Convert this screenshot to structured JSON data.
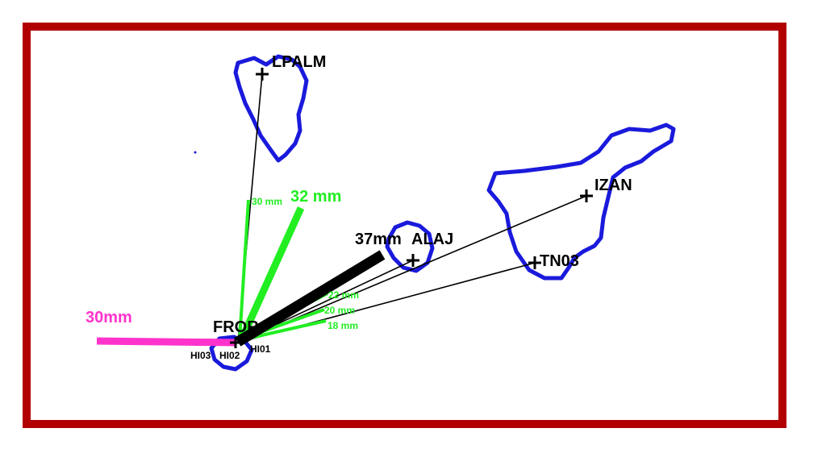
{
  "colors": {
    "frame": "#b20000",
    "coastline": "#1a1adc",
    "baseline": "#000000",
    "displacement_green": "#22ee22",
    "displacement_black": "#000000",
    "displacement_magenta": "#ff33cc",
    "background": "#ffffff"
  },
  "stations": {
    "lpalm": "LPALM",
    "izan": "IZAN",
    "alaj": "ALAJ",
    "tn03": "TN03",
    "fror": "FROR",
    "hi01": "HI01",
    "hi02": "HI02",
    "hi03": "HI03"
  },
  "vectors": {
    "lpalm_small": "30 mm",
    "green_large": "32 mm",
    "black_large": "37mm",
    "alaj_small": "22 mm",
    "izan_small": "20 mm",
    "tn03_small": "18 mm",
    "magenta_large": "30mm"
  },
  "icons": {
    "station_marker": "plus-marker-icon"
  }
}
